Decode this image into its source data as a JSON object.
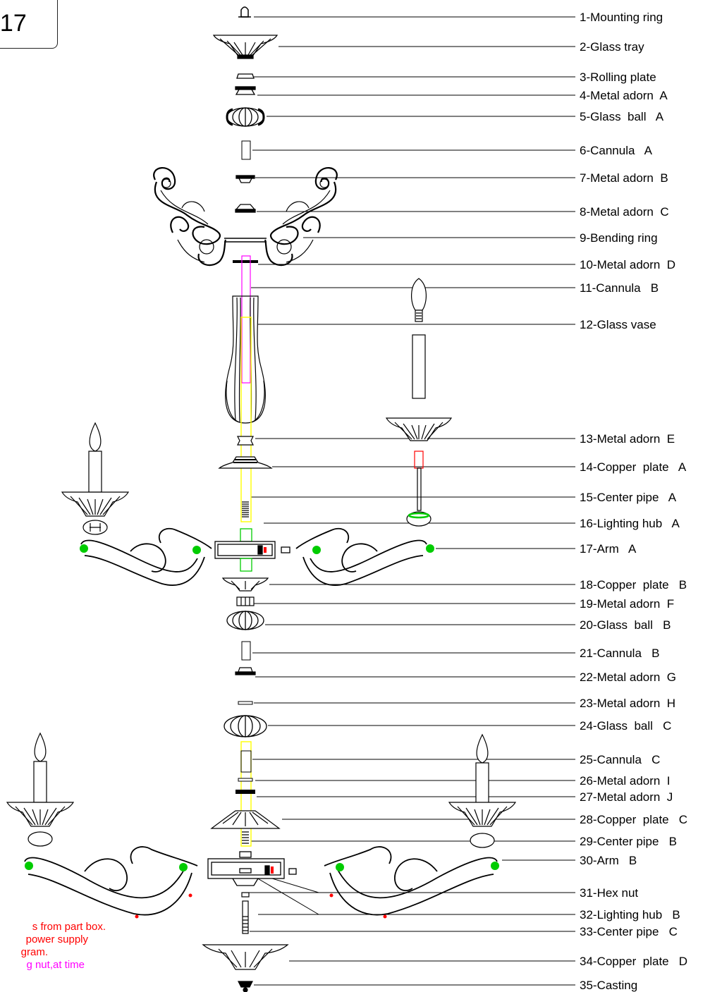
{
  "model_code": "017",
  "parts": [
    {
      "label": "1-Mounting ring"
    },
    {
      "label": "2-Glass tray"
    },
    {
      "label": "3-Rolling plate"
    },
    {
      "label": "4-Metal adorn  A"
    },
    {
      "label": "5-Glass  ball   A"
    },
    {
      "label": "6-Cannula   A"
    },
    {
      "label": "7-Metal adorn  B"
    },
    {
      "label": "8-Metal adorn  C"
    },
    {
      "label": "9-Bending ring"
    },
    {
      "label": "10-Metal adorn  D"
    },
    {
      "label": "11-Cannula   B"
    },
    {
      "label": "12-Glass vase"
    },
    {
      "label": "13-Metal adorn  E"
    },
    {
      "label": "14-Copper  plate   A"
    },
    {
      "label": "15-Center pipe   A"
    },
    {
      "label": "16-Lighting hub   A"
    },
    {
      "label": "17-Arm   A"
    },
    {
      "label": "18-Copper  plate   B"
    },
    {
      "label": "19-Metal adorn  F"
    },
    {
      "label": "20-Glass  ball   B"
    },
    {
      "label": "21-Cannula   B"
    },
    {
      "label": "22-Metal adorn  G"
    },
    {
      "label": "23-Metal adorn  H"
    },
    {
      "label": "24-Glass  ball   C"
    },
    {
      "label": "25-Cannula   C"
    },
    {
      "label": "26-Metal adorn  I"
    },
    {
      "label": "27-Metal adorn  J"
    },
    {
      "label": "28-Copper  plate   C"
    },
    {
      "label": "29-Center pipe   B"
    },
    {
      "label": "30-Arm   B"
    },
    {
      "label": "31-Hex nut"
    },
    {
      "label": "32-Lighting hub   B"
    },
    {
      "label": "33-Center pipe   C"
    },
    {
      "label": "34-Copper  plate   D"
    },
    {
      "label": "35-Casting"
    }
  ],
  "notes": [
    {
      "text": "s from part box.",
      "color": "#ff0000"
    },
    {
      "text": " power supply",
      "color": "#ff0000"
    },
    {
      "text": "gram.",
      "color": "#ff0000"
    },
    {
      "text": "g nut,at time",
      "color": "#ff00ff"
    }
  ],
  "colors": {
    "line": "#000000",
    "highlight_pipe": "#ffff00",
    "highlight_cannula": "#ff00ff",
    "joint_green": "#00cc00",
    "joint_red": "#ff0000"
  }
}
